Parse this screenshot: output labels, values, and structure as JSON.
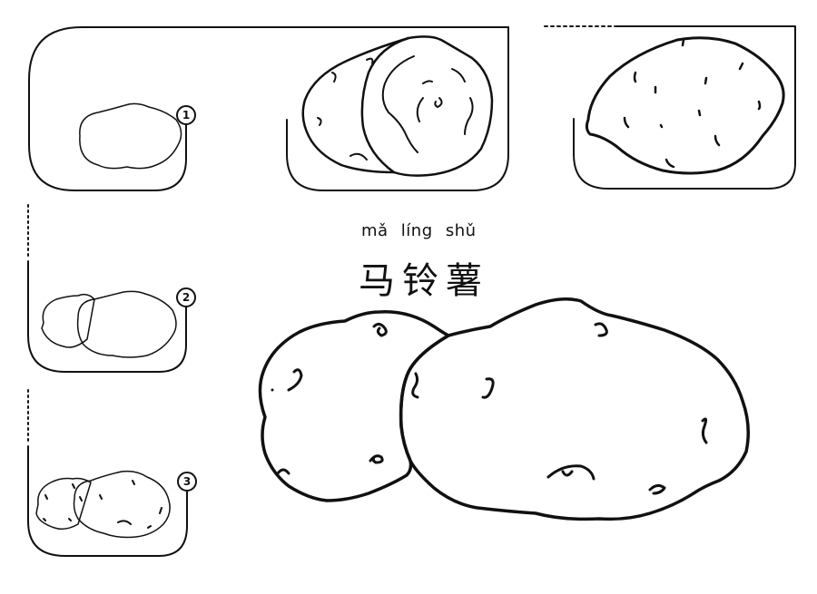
{
  "title": {
    "pinyin": "mǎ líng shǔ",
    "hanzi": "马铃薯"
  },
  "steps": [
    {
      "number": "1",
      "label": "step-1-outline"
    },
    {
      "number": "2",
      "label": "step-2-two-potatoes"
    },
    {
      "number": "3",
      "label": "step-3-add-eyes"
    }
  ],
  "panels": {
    "top_middle": "sliced-potato-example",
    "top_right": "sweet-potato-example",
    "main": "final-potato-drawing"
  },
  "colors": {
    "line": "#111111",
    "background": "#ffffff"
  }
}
